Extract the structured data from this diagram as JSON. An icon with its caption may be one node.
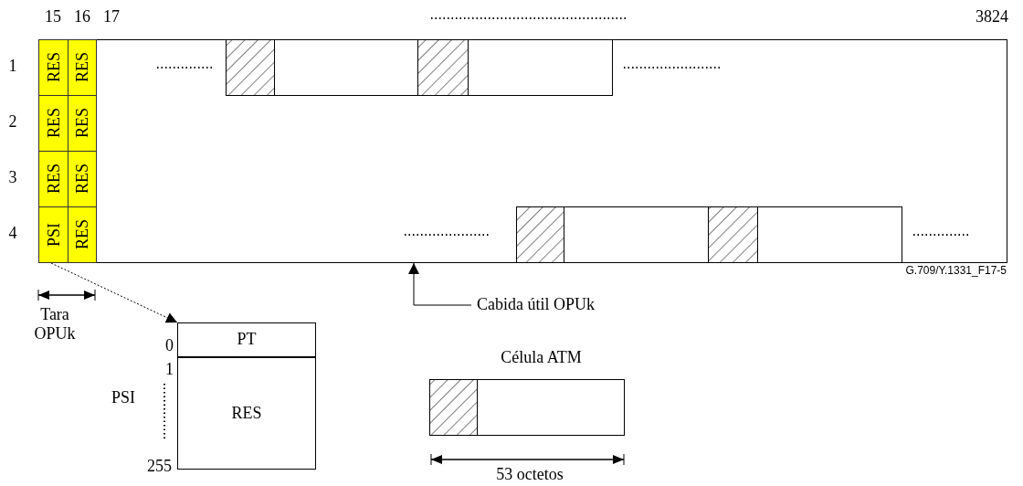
{
  "diagram": {
    "nodes": [
      {
        "text": [],
        "shape": "box"
      },
      {
        "text": [
          "RES"
        ],
        "in": 0
      },
      {
        "text": [
          "RES"
        ],
        "in": 0
      },
      {
        "text": [
          "RES"
        ],
        "in": 0
      },
      {
        "text": [
          "RES"
        ],
        "in": 0
      },
      {
        "text": [
          "RES"
        ],
        "in": 0
      },
      {
        "text": [
          "RES"
        ],
        "in": 0
      },
      {
        "text": [
          "PSI"
        ],
        "in": 0
      },
      {
        "text": [
          "RES"
        ],
        "in": 0
      },
      {
        "text": [
          "Cabida útil OPUk"
        ]
      },
      {
        "text": [],
        "shape": "box"
      },
      {
        "text": [
          "PT"
        ],
        "in": 10
      },
      {
        "text": [
          "RES"
        ],
        "in": 10
      }
    ],
    "edges": [
      {
        "from": 7,
        "to": 10,
        "arrow": "to",
        "style": "dashed"
      },
      {
        "from": 9,
        "to": 0,
        "arrow": "to"
      }
    ],
    "labels": [
      "15",
      "16",
      "17",
      "3824",
      "1",
      "2",
      "3",
      "4",
      "G.709/Y.1331_F17-5",
      "Tara OPUk",
      "0",
      "1",
      "PSI",
      "255",
      "Célula ATM",
      "53 octetos"
    ]
  }
}
